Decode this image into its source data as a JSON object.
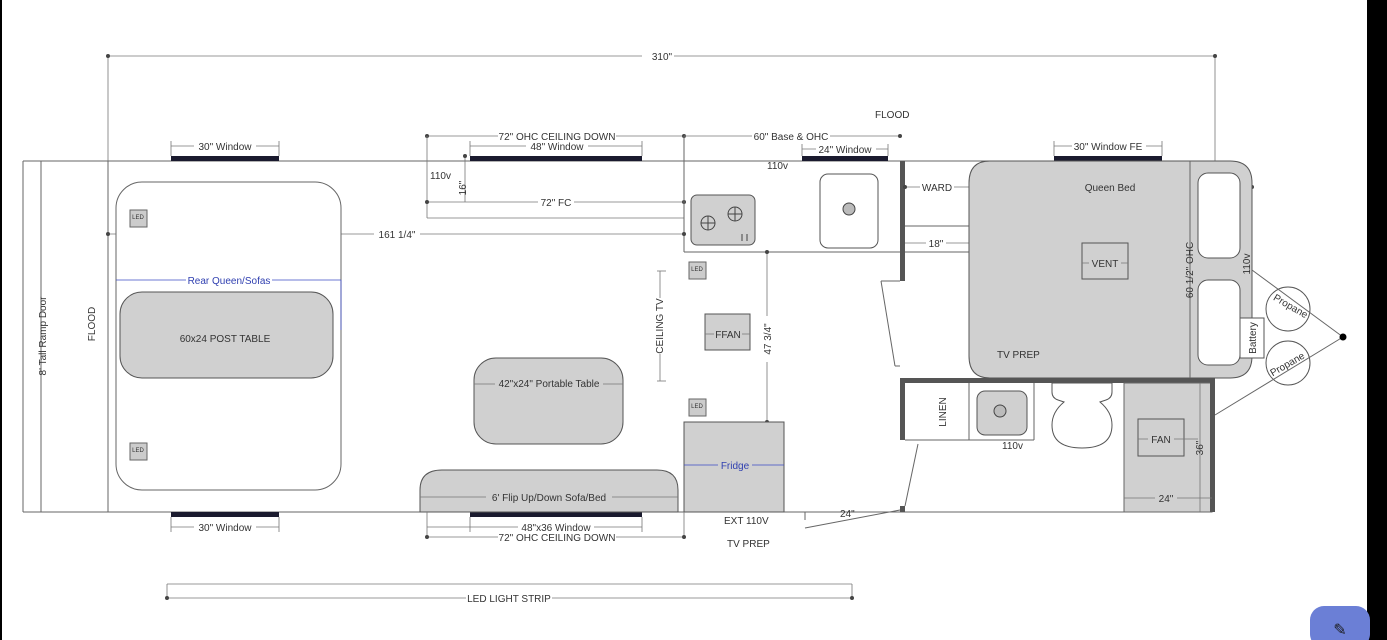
{
  "labels": {
    "overall_length": "310\"",
    "flood_top": "FLOOD",
    "ohc_ceiling_down_top": "72\" OHC CEILING DOWN",
    "window_48_top": "48\" Window",
    "base_ohc": "60\" Base & OHC",
    "window_24": "24\" Window",
    "window_30_top_left": "30\" Window",
    "window_30_fe": "30\" Window FE",
    "outlet_110v_a": "110v",
    "dim_16": "16\"",
    "outlet_110v_b": "110v",
    "fc_72": "72\" FC",
    "dim_161": "161 1/4\"",
    "ward": "WARD",
    "queen_bed": "Queen Bed",
    "dim_18": "18\"",
    "rear_queen_sofas": "Rear Queen/Sofas",
    "ramp_door": "8' Tall Ramp Door",
    "flood_left": "FLOOD",
    "post_table": "60x24 POST TABLE",
    "ceiling_tv": "CEILING TV",
    "ffan": "FFAN",
    "dim_47": "47 3/4\"",
    "vent": "VENT",
    "ohc_60": "60 1/2\" OHC",
    "outlet_110v_c": "110v",
    "propane_1": "Propane",
    "propane_2": "Propane",
    "battery": "Battery",
    "tv_prep_bed": "TV PREP",
    "portable_table": "42\"x24\" Portable Table",
    "fridge": "Fridge",
    "linen": "LINEN",
    "outlet_110v_d": "110v",
    "fan": "FAN",
    "dim_36": "36\"",
    "dim_24_bath": "24\"",
    "sofa_bed": "6' Flip Up/Down Sofa/Bed",
    "window_30_bottom": "30\" Window",
    "window_48x36": "48\"x36 Window",
    "ohc_ceiling_down_bottom": "72\" OHC CEILING DOWN",
    "ext_110v": "EXT 110V",
    "tv_prep_bottom": "TV PREP",
    "dim_24_door": "24\"",
    "led_strip": "LED LIGHT STRIP",
    "led_symbol": "LED"
  },
  "fab": {
    "icon": "pencil-icon",
    "glyph": "✎"
  }
}
